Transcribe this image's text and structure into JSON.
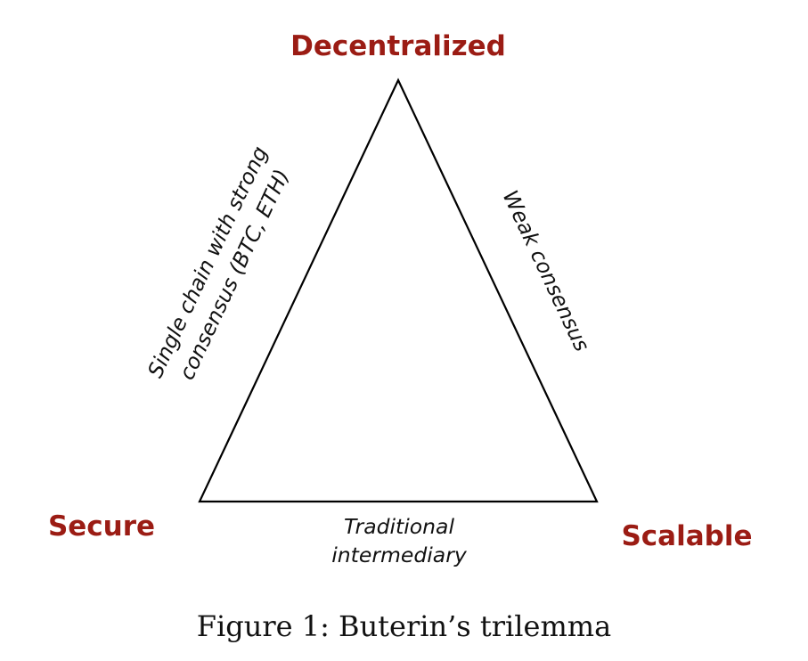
{
  "diagram": {
    "label_color": "#9b1c14",
    "vertices": {
      "top": "Decentralized",
      "bottom_left": "Secure",
      "bottom_right": "Scalable"
    },
    "edges": {
      "left": [
        "Single chain with strong",
        "consensus (BTC, ETH)"
      ],
      "right": [
        "Weak consensus"
      ],
      "bottom": [
        "Traditional",
        "intermediary"
      ]
    }
  },
  "caption": "Figure 1: Buterin’s trilemma"
}
